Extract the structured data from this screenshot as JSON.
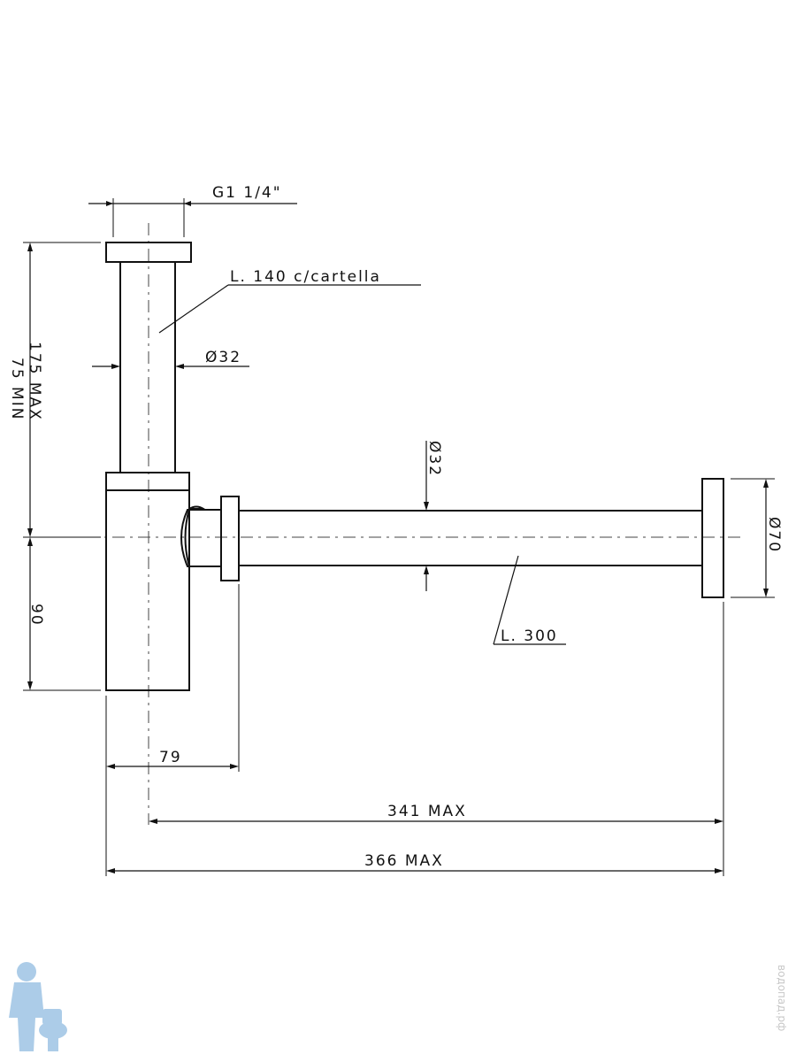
{
  "labels": {
    "thread": "G1 1/4\"",
    "upper_length": "L. 140 c/cartella",
    "upper_diameter": "Ø32",
    "height_max": "175 MAX",
    "height_min": "75 MIN",
    "pipe_diameter": "Ø32",
    "flange_diameter": "Ø70",
    "pipe_length": "L. 300",
    "lower_height": "90",
    "offset": "79",
    "length_341": "341 MAX",
    "length_366": "366 MAX"
  },
  "watermark": {
    "text": "водопад.рф",
    "logo": "plumber-mascot-icon",
    "color": "#9ec4e4"
  }
}
